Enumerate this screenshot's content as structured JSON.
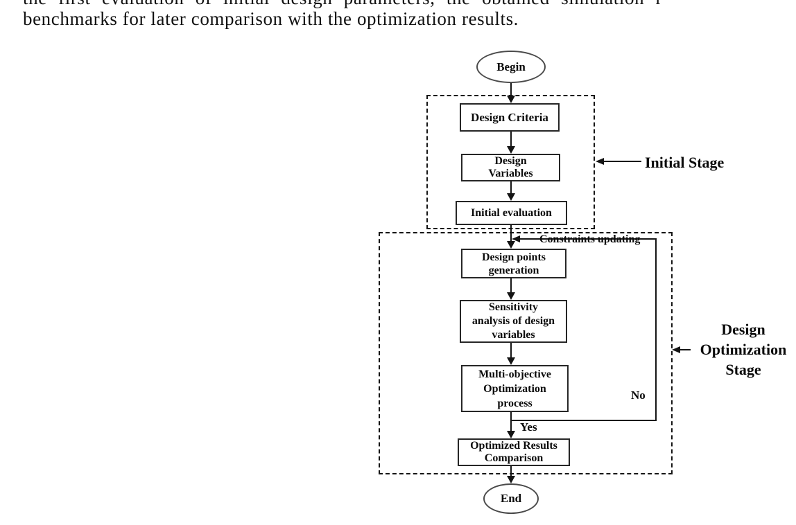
{
  "document": {
    "text_line_1": "the first evaluation of initial design parameters, the obtained simulation r",
    "text_line_2": "benchmarks for later comparison with the optimization results."
  },
  "flowchart": {
    "terminators": {
      "begin": "Begin",
      "end": "End"
    },
    "nodes": {
      "design_criteria": {
        "lines": [
          "Design Criteria"
        ]
      },
      "design_variables": {
        "lines": [
          "Design",
          "Variables"
        ]
      },
      "initial_evaluation": {
        "lines": [
          "Initial evaluation"
        ]
      },
      "design_points_generation": {
        "lines": [
          "Design points",
          "generation"
        ]
      },
      "sensitivity_analysis": {
        "lines": [
          "Sensitivity",
          "analysis of design",
          "variables"
        ]
      },
      "multi_objective_optimization": {
        "lines": [
          "Multi-objective",
          "Optimization",
          "process"
        ]
      },
      "optimized_results_comparison": {
        "lines": [
          "Optimized Results",
          "Comparison"
        ]
      }
    },
    "edge_labels": {
      "constraints_updating": "Constraints updating",
      "no": "No",
      "yes": "Yes"
    },
    "stage_labels": {
      "initial_stage": "Initial Stage",
      "design_optimization_stage": {
        "lines": [
          "Design",
          "Optimization",
          "Stage"
        ]
      }
    },
    "colors": {
      "line": "#141414",
      "text": "#0b0b0b",
      "background": "#ffffff"
    }
  }
}
